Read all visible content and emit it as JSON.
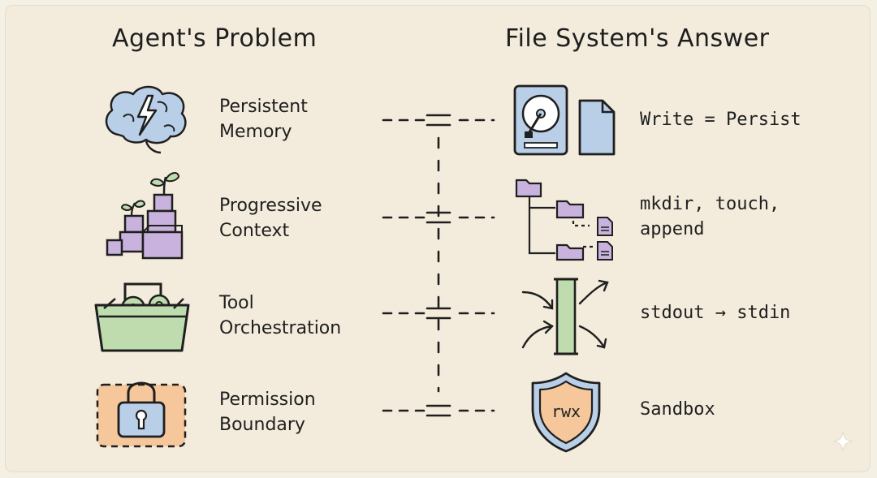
{
  "left_heading": "Agent's Problem",
  "right_heading": "File System's Answer",
  "rows": [
    {
      "problem_line1": "Persistent",
      "problem_line2": "Memory",
      "problem_icon": "brain-lightning-icon",
      "answer_icon": "hard-drive-document-icon",
      "answer_line1": "Write = Persist",
      "answer_line2": ""
    },
    {
      "problem_line1": "Progressive",
      "problem_line2": "Context",
      "problem_icon": "stacked-cubes-sprout-icon",
      "answer_icon": "folder-tree-icon",
      "answer_line1": "mkdir, touch,",
      "answer_line2": "append"
    },
    {
      "problem_line1": "Tool",
      "problem_line2": "Orchestration",
      "problem_icon": "toolbox-gears-icon",
      "answer_icon": "pipe-arrows-icon",
      "answer_line1": "stdout → stdin",
      "answer_line2": ""
    },
    {
      "problem_line1": "Permission",
      "problem_line2": "Boundary",
      "problem_icon": "padlock-icon",
      "answer_icon": "shield-icon",
      "answer_line1": "Sandbox",
      "answer_line2": ""
    }
  ],
  "shield_text": "rwx",
  "colors": {
    "blue": "#b9cfe8",
    "purple": "#c9b3de",
    "green": "#bfdcae",
    "orange": "#f5c79a",
    "ink": "#1f1f1f",
    "paper": "#f3ecdc"
  }
}
